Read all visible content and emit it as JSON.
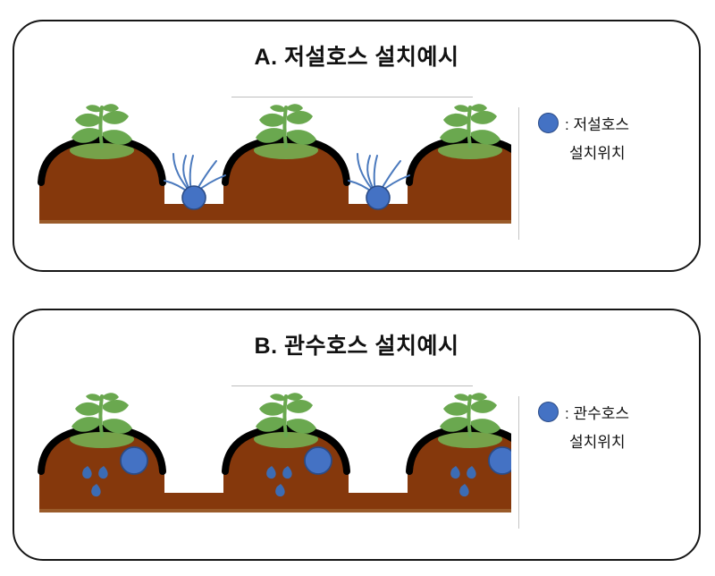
{
  "figure": {
    "background_color": "#ffffff",
    "panel_border_color": "#161616"
  },
  "palette": {
    "soil_brown": "#85380c",
    "mulch_black": "#000000",
    "leaf_green": "#6aa84f",
    "stem_green": "#6aa84f",
    "soil_patch_green": "#76a24a",
    "hose_blue": "#4472c4",
    "hose_outline": "#2b4b86",
    "spray_blue": "#4a79bd",
    "droplet_blue": "#3c6cb4",
    "rule_gray": "#bdbdbd"
  },
  "panels": [
    {
      "id": "a",
      "title": "A. 저설호스 설치예시",
      "legend": {
        "marker": "blue-circle",
        "line1": ": 저설호스",
        "line2": "설치위치"
      },
      "scene": {
        "type": "furrow-hose-spray",
        "mound_count": 3,
        "hose_count": 2,
        "hose_position": "furrow-bottom",
        "spray_arcs_per_hose": 6,
        "description": "저설호스가 이랑 사이 고랑 바닥에 설치되어 물을 분사"
      }
    },
    {
      "id": "b",
      "title": "B. 관수호스 설치예시",
      "legend": {
        "marker": "blue-circle",
        "line1": ": 관수호스",
        "line2": "설치위치"
      },
      "scene": {
        "type": "ridge-buried-hose-drip",
        "mound_count": 3,
        "hose_count": 3,
        "hose_position": "inside-ridge",
        "droplets_per_hose": 3,
        "description": "관수호스가 이랑(두둑) 내부에 매설되어 토양으로 점적 관수"
      }
    }
  ]
}
